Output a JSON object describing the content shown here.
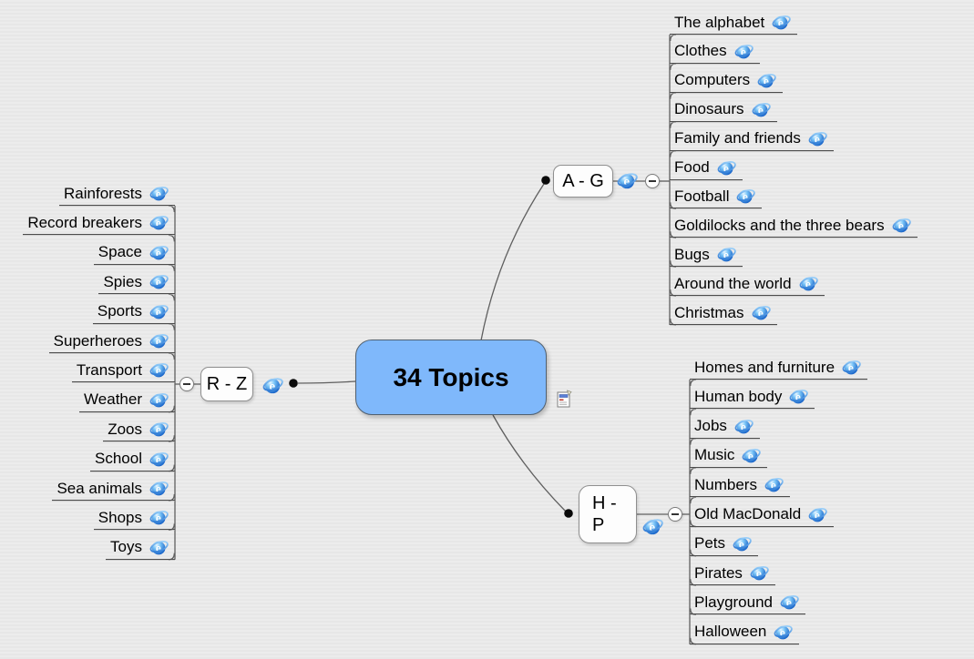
{
  "title": "34 Topics",
  "central_topic": {
    "label": "34 Topics",
    "has_notes_icon": true
  },
  "branches": [
    {
      "label": "A - G",
      "children": [
        "The alphabet",
        "Clothes",
        "Computers",
        "Dinosaurs",
        "Family and friends",
        "Food",
        "Football",
        "Goldilocks and the three bears",
        "Bugs",
        "Around the world",
        "Christmas"
      ]
    },
    {
      "label": "H - P",
      "label_lines": [
        "H -",
        "P"
      ],
      "children": [
        "Homes and furniture",
        "Human body",
        "Jobs",
        "Music",
        "Numbers",
        "Old MacDonald",
        "Pets",
        "Pirates",
        "Playground",
        "Halloween"
      ]
    },
    {
      "label": "R - Z",
      "children": [
        "Rainforests",
        "Record breakers",
        "Space",
        "Spies",
        "Sports",
        "Superheroes",
        "Transport",
        "Weather",
        "Zoos",
        "School",
        "Sea animals",
        "Shops",
        "Toys"
      ]
    }
  ],
  "icons": {
    "link_icon": "internet-explorer-icon",
    "collapse_glyph": "−",
    "notes_icon": "notes-icon"
  },
  "colors": {
    "background": "#eaeaea",
    "central_fill": "#7fb8fb",
    "central_border": "#51606f",
    "node_fill": "#fdfdfd",
    "node_border": "#8f8f8f",
    "connector_line": "#5f5f5f",
    "topic_underline": "#4c4c4c",
    "dot": "#0a0a0a"
  }
}
